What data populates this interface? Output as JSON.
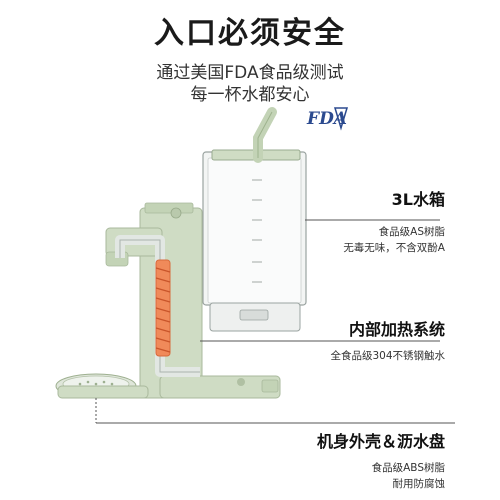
{
  "header": {
    "title": "入口必须安全",
    "subtitle_line1": "通过美国FDA食品级测试",
    "subtitle_line2": "每一杯水都安心",
    "badge": "FDA"
  },
  "callouts": {
    "tank": {
      "title": "3L水箱",
      "desc_line1": "食品级AS树脂",
      "desc_line2": "无毒无味，不含双酚A"
    },
    "heater": {
      "title": "内部加热系统",
      "desc_line1": "全食品级304不锈钢触水"
    },
    "shell": {
      "title": "机身外壳＆沥水盘",
      "desc_line1": "食品级ABS树脂",
      "desc_line2": "耐用防腐蚀"
    }
  },
  "colors": {
    "body_green": "#cfdcc4",
    "body_green_dark": "#b9c9ac",
    "heater_orange": "#f08a5a",
    "tank_clear": "#f3f5f4",
    "badge_blue": "#2b4a8f"
  }
}
